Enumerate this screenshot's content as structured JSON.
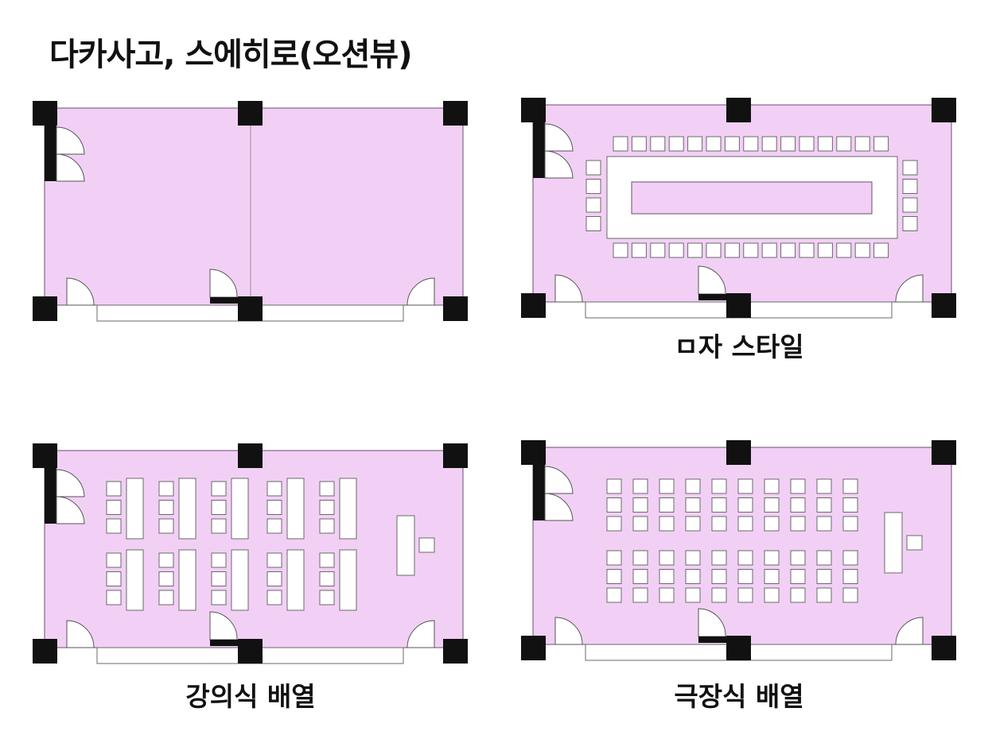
{
  "title": "다카사고, 스에히로(오션뷰)",
  "layouts": [
    {
      "id": "empty",
      "caption": ""
    },
    {
      "id": "u-shape",
      "caption": "ㅁ자 스타일"
    },
    {
      "id": "classroom",
      "caption": "강의식 배열"
    },
    {
      "id": "theater",
      "caption": "극장식 배열"
    }
  ],
  "icons": [
    "pillar-icon",
    "door-icon",
    "table-icon",
    "chair-icon"
  ],
  "colors": {
    "room": "#f2d0f5",
    "pillar": "#111111",
    "furniture": "#ffffff"
  }
}
